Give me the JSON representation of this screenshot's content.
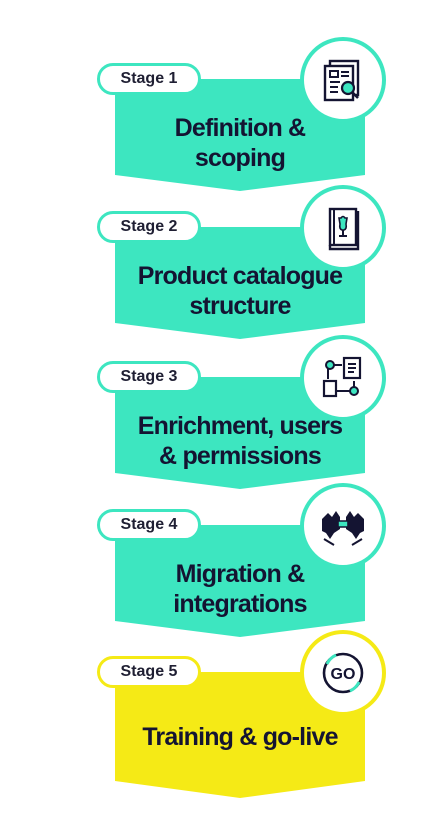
{
  "stages": [
    {
      "label": "Stage 1",
      "title_lines": [
        "Definition &",
        "scoping"
      ],
      "icon": "document-search-icon",
      "color": "#3de6c0"
    },
    {
      "label": "Stage 2",
      "title_lines": [
        "Product catalogue",
        "structure"
      ],
      "icon": "catalogue-book-icon",
      "color": "#3de6c0"
    },
    {
      "label": "Stage 3",
      "title_lines": [
        "Enrichment, users",
        "& permissions"
      ],
      "icon": "workflow-icon",
      "color": "#3de6c0"
    },
    {
      "label": "Stage 4",
      "title_lines": [
        "Migration &",
        "integrations"
      ],
      "icon": "puzzle-connect-icon",
      "color": "#3de6c0"
    },
    {
      "label": "Stage 5",
      "title_lines": [
        "Training & go-live"
      ],
      "icon": "go-icon",
      "icon_text": "GO",
      "color": "#f5ea16"
    }
  ],
  "colors": {
    "accent": "#3de6c0",
    "final": "#f5ea16",
    "text": "#141432"
  }
}
